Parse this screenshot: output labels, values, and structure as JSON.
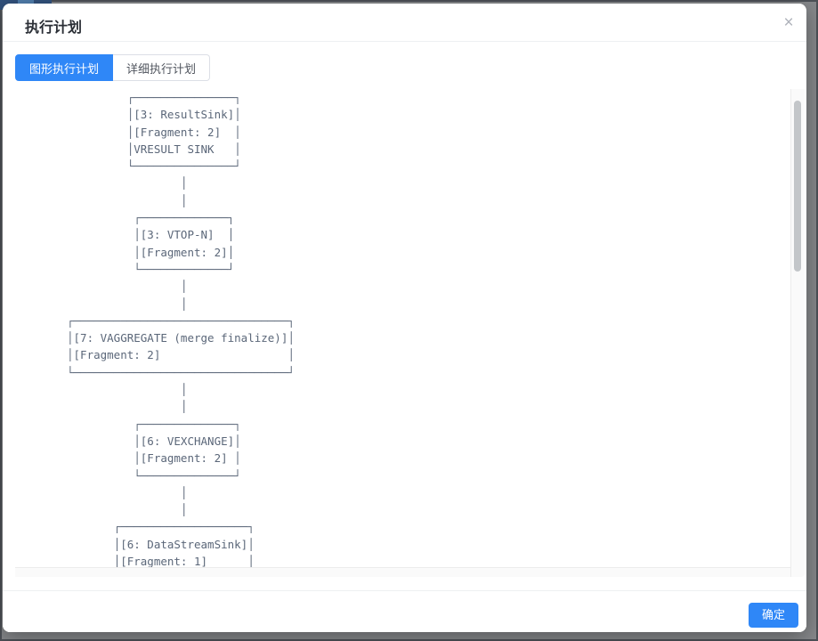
{
  "modal": {
    "title": "执行计划",
    "close_icon": "×",
    "tabs": {
      "graphical": "图形执行计划",
      "detailed": "详细执行计划"
    },
    "plan": {
      "lines": [
        "         ┌───────────────┐",
        "         │[3: ResultSink]│",
        "         │[Fragment: 2]  │",
        "         │VRESULT SINK   │",
        "         └───────────────┘",
        "                 │",
        "                 │",
        "          ┌─────────────┐",
        "          │[3: VTOP-N]  │",
        "          │[Fragment: 2]│",
        "          └─────────────┘",
        "                 │",
        "                 │",
        "┌────────────────────────────────┐",
        "│[7: VAGGREGATE (merge finalize)]│",
        "│[Fragment: 2]                   │",
        "└────────────────────────────────┘",
        "                 │",
        "                 │",
        "          ┌──────────────┐",
        "          │[6: VEXCHANGE]│",
        "          │[Fragment: 2] │",
        "          └──────────────┘",
        "                 │",
        "                 │",
        "       ┌───────────────────┐",
        "       │[6: DataStreamSink]│",
        "       │[Fragment: 1]      │"
      ]
    },
    "footer": {
      "ok_label": "确定"
    }
  },
  "colors": {
    "accent_blue": "#2f87f7",
    "plan_text": "#5b6779"
  }
}
